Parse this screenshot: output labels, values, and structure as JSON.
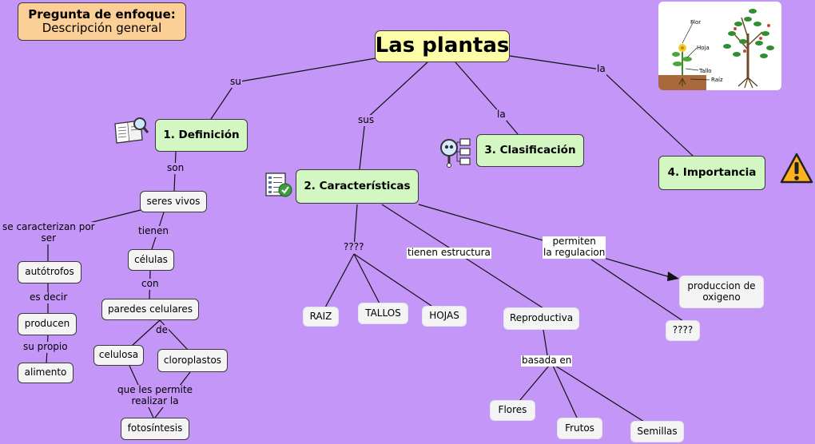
{
  "focus_question": {
    "title": "Pregunta de enfoque:",
    "subtitle": "Descripción general"
  },
  "root": "Las plantas",
  "nodes": {
    "definicion": "1. Definición",
    "caracteristicas": "2. Características",
    "clasificacion": "3. Clasificación",
    "importancia": "4. Importancia",
    "seres_vivos": "seres vivos",
    "autotrofos": "autótrofos",
    "producen": "producen",
    "alimento": "alimento",
    "celulas": "células",
    "paredes": "paredes celulares",
    "celulosa": "celulosa",
    "cloroplastos": "cloroplastos",
    "fotosintesis": "fotosíntesis",
    "raiz": "RAIZ",
    "tallos": "TALLOS",
    "hojas": "HOJAS",
    "reproductiva": "Reproductiva",
    "flores": "Flores",
    "frutos": "Frutos",
    "semillas": "Semillas",
    "oxigeno": "produccion de\noxigeno",
    "q_mark": "????"
  },
  "links": {
    "su": "su",
    "sus": "sus",
    "la1": "la",
    "la2": "la",
    "son": "son",
    "se_caracterizan": "se caracterizan por\nser",
    "es_decir": "es decir",
    "su_propio": "su propio",
    "tienen": "tienen",
    "con": "con",
    "de": "de",
    "permite": "que les permite\nrealizar la",
    "qqqq": "????",
    "estructura": "tienen estructura",
    "regulacion": "permiten\nla regulacion",
    "basada": "basada en"
  },
  "image_labels": {
    "flor": "Flor",
    "hoja": "Hoja",
    "tallo": "Tallo",
    "raiz": "Raíz"
  }
}
